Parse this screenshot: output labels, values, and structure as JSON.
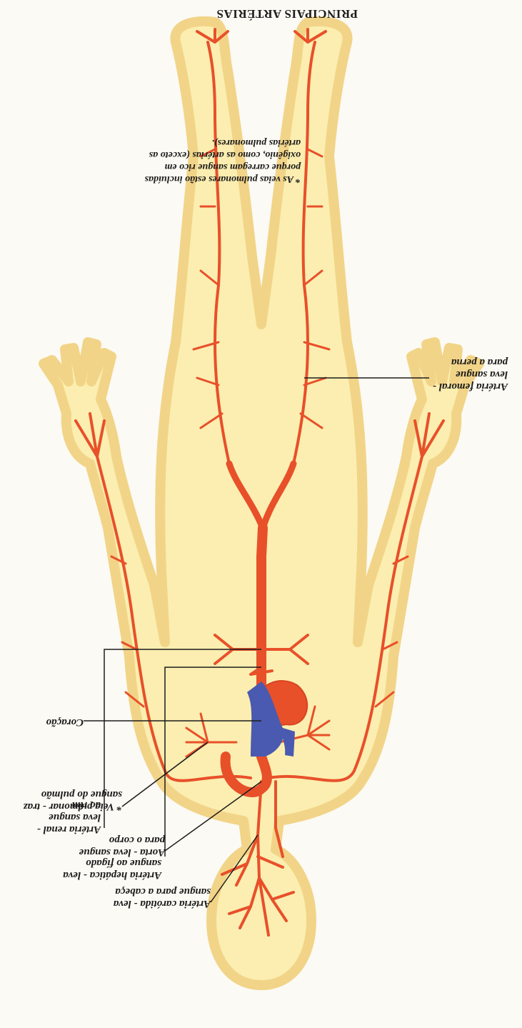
{
  "title": "PRINCIPAIS ARTÉRIAS",
  "note": "* As veias pulmonares estão incluídas\nporque carregam sangue rico em\noxigênio, como as artérias (exceto as\nartérias pulmonares).",
  "labels": {
    "carotida": "Artéria carótida - leva\nsangue para a cabeça",
    "aorta": "Aorta - leva sangue\npara o corpo",
    "veia_pulmonar": "* Veia pulmonar - traz\nsangue do pulmão",
    "coracao": "Coração",
    "hepatica": "Artéria hepática - leva\nsangue ao fígado",
    "renal": "Artéria renal -\nleva sangue\nao rim",
    "femoral": "Artéria femoral -\nleva sangue\npara a perna"
  },
  "colors": {
    "body": "#fbeeb0",
    "body_edge": "#f2d488",
    "artery": "#e8502a",
    "vein": "#4a5ab0",
    "text": "#1c1c1c"
  }
}
